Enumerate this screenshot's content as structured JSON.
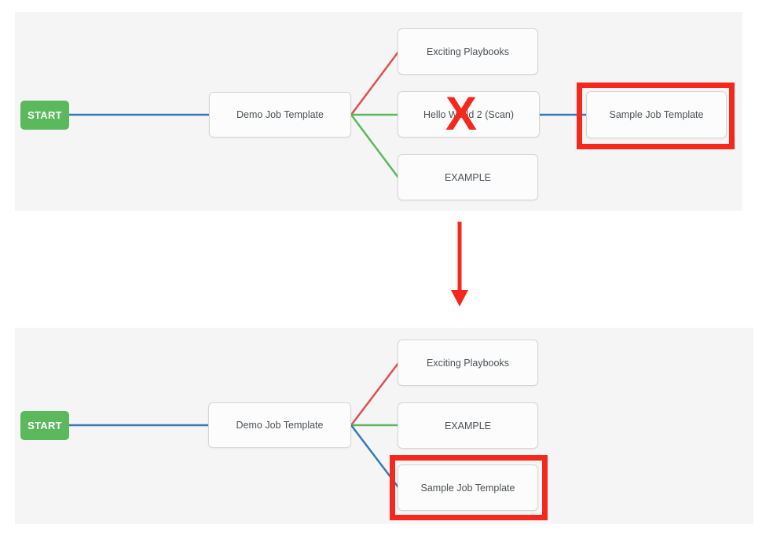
{
  "colors": {
    "panel_bg": "#f5f5f5",
    "node_bg": "#fcfcfc",
    "node_border": "#d6d6d6",
    "node_text": "#4e5256",
    "start_bg": "#5cb85c",
    "start_text": "#ffffff",
    "edge_red": "#d9534f",
    "edge_green": "#5cb85c",
    "edge_blue": "#337ab7",
    "annotation_red": "#f4281c"
  },
  "before": {
    "start_label": "START",
    "deleted_mark": "X",
    "nodes": [
      {
        "id": "demo-job-template",
        "label": "Demo Job Template"
      },
      {
        "id": "exciting-playbooks",
        "label": "Exciting Playbooks"
      },
      {
        "id": "hello-world-2-scan",
        "label": "Hello World 2 (Scan)",
        "annotation": "deleted"
      },
      {
        "id": "example",
        "label": "EXAMPLE"
      },
      {
        "id": "sample-job-template",
        "label": "Sample Job Template",
        "highlighted": true
      }
    ],
    "edges": [
      {
        "from": "START",
        "to": "Demo Job Template",
        "color": "blue"
      },
      {
        "from": "Demo Job Template",
        "to": "Exciting Playbooks",
        "color": "red"
      },
      {
        "from": "Demo Job Template",
        "to": "Hello World 2 (Scan)",
        "color": "green"
      },
      {
        "from": "Demo Job Template",
        "to": "EXAMPLE",
        "color": "green"
      },
      {
        "from": "Hello World 2 (Scan)",
        "to": "Sample Job Template",
        "color": "blue"
      }
    ]
  },
  "after": {
    "start_label": "START",
    "nodes": [
      {
        "id": "demo-job-template",
        "label": "Demo Job Template"
      },
      {
        "id": "exciting-playbooks",
        "label": "Exciting Playbooks"
      },
      {
        "id": "example",
        "label": "EXAMPLE"
      },
      {
        "id": "sample-job-template",
        "label": "Sample Job Template",
        "highlighted": true
      }
    ],
    "edges": [
      {
        "from": "START",
        "to": "Demo Job Template",
        "color": "blue"
      },
      {
        "from": "Demo Job Template",
        "to": "Exciting Playbooks",
        "color": "red"
      },
      {
        "from": "Demo Job Template",
        "to": "EXAMPLE",
        "color": "green"
      },
      {
        "from": "Demo Job Template",
        "to": "Sample Job Template",
        "color": "blue"
      }
    ]
  }
}
